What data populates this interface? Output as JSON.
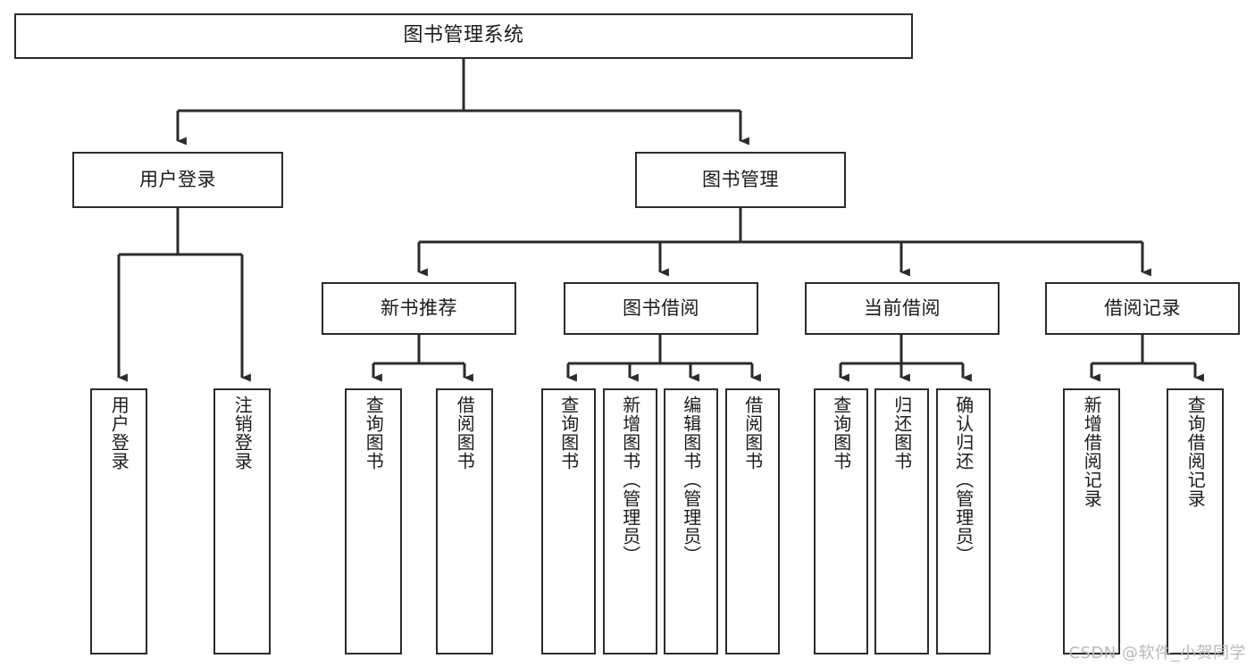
{
  "diagram": {
    "title": "图书管理系统",
    "type": "tree-hierarchy",
    "watermark": "CSDN @软件_小贺同学",
    "colors": {
      "box_border": "#2b2b2b",
      "box_fill": "#ffffff",
      "edge": "#2b2b2b",
      "text": "#1b1b1b",
      "watermark": "#b9b9b9",
      "background": "#ffffff"
    },
    "nodes": {
      "root": {
        "label": "图书管理系统"
      },
      "level2": [
        {
          "id": "user-login",
          "label": "用户登录"
        },
        {
          "id": "book-manage",
          "label": "图书管理"
        }
      ],
      "level3": [
        {
          "id": "new-book-recommend",
          "label": "新书推荐"
        },
        {
          "id": "book-borrow",
          "label": "图书借阅"
        },
        {
          "id": "current-borrow",
          "label": "当前借阅"
        },
        {
          "id": "borrow-record",
          "label": "借阅记录"
        }
      ],
      "leaves": [
        {
          "id": "leaf-user-login",
          "label": "用户登录",
          "parent": "user-login"
        },
        {
          "id": "leaf-logout",
          "label": "注销登录",
          "parent": "user-login"
        },
        {
          "id": "leaf-query-book-1",
          "label": "查询图书",
          "parent": "new-book-recommend"
        },
        {
          "id": "leaf-borrow-book-1",
          "label": "借阅图书",
          "parent": "new-book-recommend"
        },
        {
          "id": "leaf-query-book-2",
          "label": "查询图书",
          "parent": "book-borrow"
        },
        {
          "id": "leaf-add-book",
          "label": "新增图书（管理员）",
          "parent": "book-borrow"
        },
        {
          "id": "leaf-edit-book",
          "label": "编辑图书（管理员）",
          "parent": "book-borrow"
        },
        {
          "id": "leaf-borrow-book-2",
          "label": "借阅图书",
          "parent": "book-borrow"
        },
        {
          "id": "leaf-query-book-3",
          "label": "查询图书",
          "parent": "current-borrow"
        },
        {
          "id": "leaf-return-book",
          "label": "归还图书",
          "parent": "current-borrow"
        },
        {
          "id": "leaf-confirm-return",
          "label": "确认归还（管理员）",
          "parent": "current-borrow"
        },
        {
          "id": "leaf-add-record",
          "label": "新增借阅记录",
          "parent": "borrow-record"
        },
        {
          "id": "leaf-query-record",
          "label": "查询借阅记录",
          "parent": "borrow-record"
        }
      ]
    }
  }
}
